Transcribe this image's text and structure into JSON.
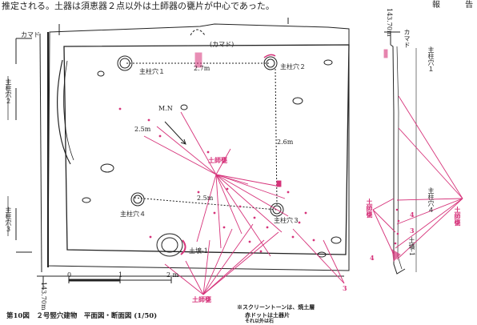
{
  "header": {
    "intro_text": "推定される。土器は須恵器２点以外は土師器の甕片が中心であった。",
    "corner_text": "報 告"
  },
  "plan": {
    "kamado_top": "(カマド)",
    "kamado_left": "カマド",
    "pit1": "主柱穴１",
    "pit2": "主柱穴２",
    "pit3": "主柱穴３",
    "pit4": "主柱穴４",
    "dim_top": "2.7m",
    "dim_left": "2.5m",
    "dim_right": "2.6m",
    "dim_bottom": "2.5m",
    "north": "M.N",
    "pit_1": "土壙-1",
    "pot_center": "土師甕",
    "pot_bottom": "土師甕",
    "ref_3": "3",
    "ref_4": "4",
    "side_left_top": "主柱穴２",
    "side_left_bottom": "主柱穴３",
    "elev_bottom": "143.70m"
  },
  "section": {
    "elev_top": "143.70m",
    "kamado": "カマド",
    "pit1": "主柱穴１",
    "pit4": "主柱穴４",
    "pit_1": "土壙-1",
    "pot_left": "土師甕",
    "pot_right": "土師甕",
    "ref_3": "3",
    "ref_4": "4"
  },
  "scale": {
    "zero": "0",
    "one": "1",
    "two": "2 m"
  },
  "legend": {
    "line1": "※スクリーントーンは、焼土層",
    "line2": "赤ドットは土器片",
    "line3": "それ以外は石"
  },
  "caption": "第10図　２号竪穴建物　平面図・断面図 (1/50)",
  "colors": {
    "artifact": "#d6337a",
    "ink": "#222222"
  }
}
